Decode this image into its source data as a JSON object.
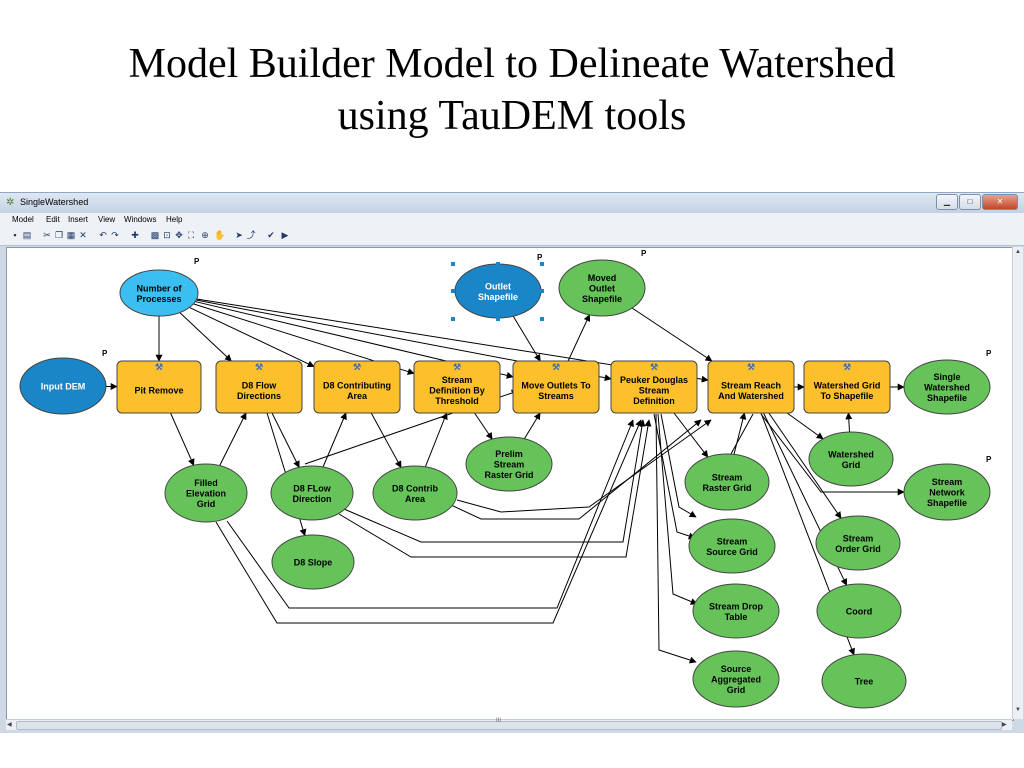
{
  "slide": {
    "title_line1": "Model Builder Model to Delineate Watershed",
    "title_line2": "using TauDEM tools"
  },
  "window": {
    "title": "SingleWatershed",
    "menu": [
      "Model",
      "Edit",
      "Insert",
      "View",
      "Windows",
      "Help"
    ]
  },
  "colors": {
    "input_blue": "#1a86c8",
    "param_cyan": "#3bbff0",
    "tool_yellow": "#fcc02c",
    "output_green": "#66c35a"
  },
  "diagram": {
    "nodes": {
      "input_dem": [
        "Input DEM"
      ],
      "num_processes": [
        "Number of",
        "Processes"
      ],
      "outlet_shapefile": [
        "Outlet",
        "Shapefile"
      ],
      "moved_outlet": [
        "Moved",
        "Outlet",
        "Shapefile"
      ],
      "pit_remove": [
        "Pit Remove"
      ],
      "d8_flow_dir": [
        "D8 Flow",
        "Directions"
      ],
      "d8_contrib": [
        "D8 Contributing",
        "Area"
      ],
      "stream_def": [
        "Stream",
        "Definition By",
        "Threshold"
      ],
      "move_outlets": [
        "Move Outlets To",
        "Streams"
      ],
      "peuker": [
        "Peuker Douglas",
        "Stream",
        "Definition"
      ],
      "stream_reach": [
        "Stream Reach",
        "And Watershed"
      ],
      "ws_to_shp": [
        "Watershed Grid",
        "To Shapefile"
      ],
      "single_ws_shp": [
        "Single",
        "Watershed",
        "Shapefile"
      ],
      "filled_elev": [
        "Filled",
        "Elevation",
        "Grid"
      ],
      "d8_flow_dir_out": [
        "D8 FLow",
        "Direction"
      ],
      "d8_contrib_area_out": [
        "D8 Contrib",
        "Area"
      ],
      "prelim_stream": [
        "Prelim",
        "Stream",
        "Raster Grid"
      ],
      "d8_slope": [
        "D8 Slope"
      ],
      "stream_raster": [
        "Stream",
        "Raster Grid"
      ],
      "watershed_grid": [
        "Watershed",
        "Grid"
      ],
      "stream_network_shp": [
        "Stream",
        "Network",
        "Shapefile"
      ],
      "stream_source": [
        "Stream",
        "Source Grid"
      ],
      "stream_order": [
        "Stream",
        "Order Grid"
      ],
      "stream_drop": [
        "Stream Drop",
        "Table"
      ],
      "coord": [
        "Coord"
      ],
      "source_agg": [
        "Source",
        "Aggregated",
        "Grid"
      ],
      "tree": [
        "Tree"
      ]
    },
    "param_label": "P"
  }
}
